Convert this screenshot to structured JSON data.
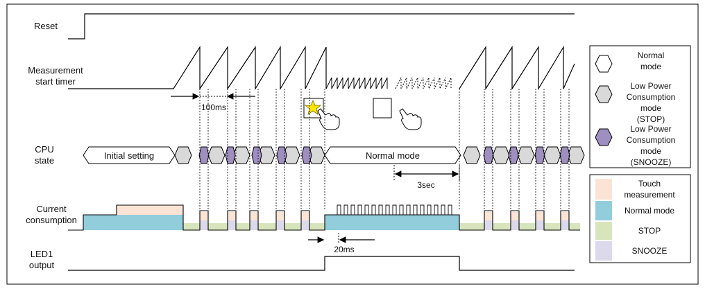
{
  "signals": {
    "reset": "Reset",
    "timer_line1": "Measurement",
    "timer_line2": "start timer",
    "cpu_line1": "CPU",
    "cpu_line2": "state",
    "current_line1": "Current",
    "current_line2": "consumption",
    "led_line1": "LED1",
    "led_line2": "output"
  },
  "annotations": {
    "interval_100ms": "100ms",
    "interval_3sec": "3sec",
    "interval_20ms": "20ms"
  },
  "cpu_states": {
    "initial": "Initial setting",
    "normal": "Normal mode"
  },
  "legend_states": [
    {
      "lines": [
        "Normal",
        "mode"
      ],
      "color": "#ffffff"
    },
    {
      "lines": [
        "Low Power",
        "Consumption",
        "mode",
        "(STOP)"
      ],
      "color": "#d9d9d9"
    },
    {
      "lines": [
        "Low Power",
        "Consumption",
        "mode",
        "(SNOOZE)"
      ],
      "color": "#9e8fc0"
    }
  ],
  "legend_current": [
    {
      "lines": [
        "Touch",
        "measurement"
      ],
      "color": "#fbe4d5"
    },
    {
      "lines": [
        "Normal mode"
      ],
      "color": "#92cddc"
    },
    {
      "lines": [
        "STOP"
      ],
      "color": "#d8e4bc"
    },
    {
      "lines": [
        "SNOOZE"
      ],
      "color": "#ddd9ec"
    }
  ],
  "colors": {
    "touch": "#fbe4d5",
    "normal": "#92cddc",
    "stop": "#d8e4bc",
    "snooze": "#ddd9ec",
    "snooze_hex": "#9e8fc0",
    "stop_hex": "#d9d9d9"
  }
}
